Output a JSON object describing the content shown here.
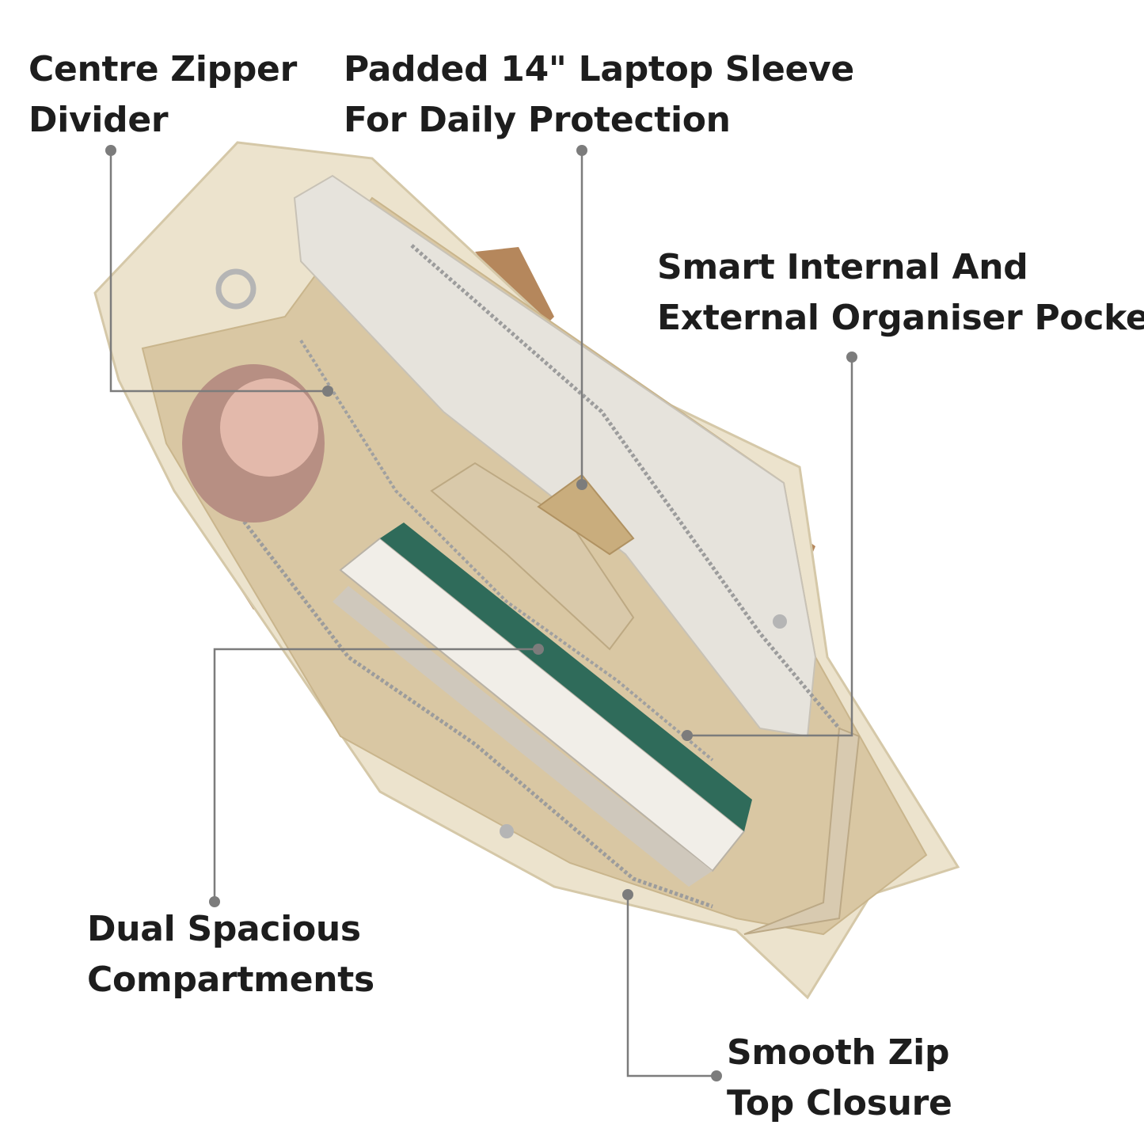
{
  "callouts": {
    "divider": {
      "line1": "Centre Zipper",
      "line2": "Divider"
    },
    "laptop": {
      "line1": "Padded 14\" Laptop Sleeve",
      "line2": "For Daily Protection"
    },
    "pockets": {
      "line1": "Smart Internal And",
      "line2": "External Organiser Pockets"
    },
    "compartments": {
      "line1": "Dual Spacious",
      "line2": "Compartments"
    },
    "zip": {
      "line1": "Smooth Zip",
      "line2": "Top Closure"
    }
  },
  "colors": {
    "leather": "#ece3cd",
    "lining": "#d9c7a3",
    "strap": "#a8723f",
    "callout": "#7c7c7c"
  }
}
